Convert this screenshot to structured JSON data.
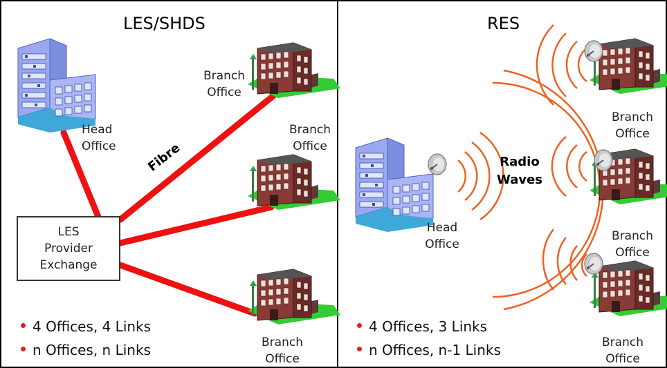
{
  "left_panel": {
    "title": "LES/SHDS",
    "head_office": [
      "Head",
      "Office"
    ],
    "exchange": [
      "LES",
      "Provider",
      "Exchange"
    ],
    "link_label": "Fibre",
    "branches": [
      [
        "Branch",
        "Office"
      ],
      [
        "Branch",
        "Office"
      ],
      [
        "Branch",
        "Office"
      ]
    ],
    "bullets": [
      "4 Offices, 4 Links",
      "n Offices, n Links"
    ]
  },
  "right_panel": {
    "title": "RES",
    "head_office": [
      "Head",
      "Office"
    ],
    "link_label": [
      "Radio",
      "Waves"
    ],
    "branches": [
      [
        "Branch",
        "Office"
      ],
      [
        "Branch",
        "Office"
      ],
      [
        "Branch",
        "Office"
      ]
    ],
    "bullets": [
      "4 Offices, 3 Links",
      "n Offices, n-1 Links"
    ]
  },
  "colors": {
    "fibre": "#ee1111",
    "radio_waves": "#f06020",
    "bullet": "#e02020",
    "building_brick": "#8a3a35",
    "head_office_blue": "#8ea0ee",
    "grass": "#33cc33"
  }
}
